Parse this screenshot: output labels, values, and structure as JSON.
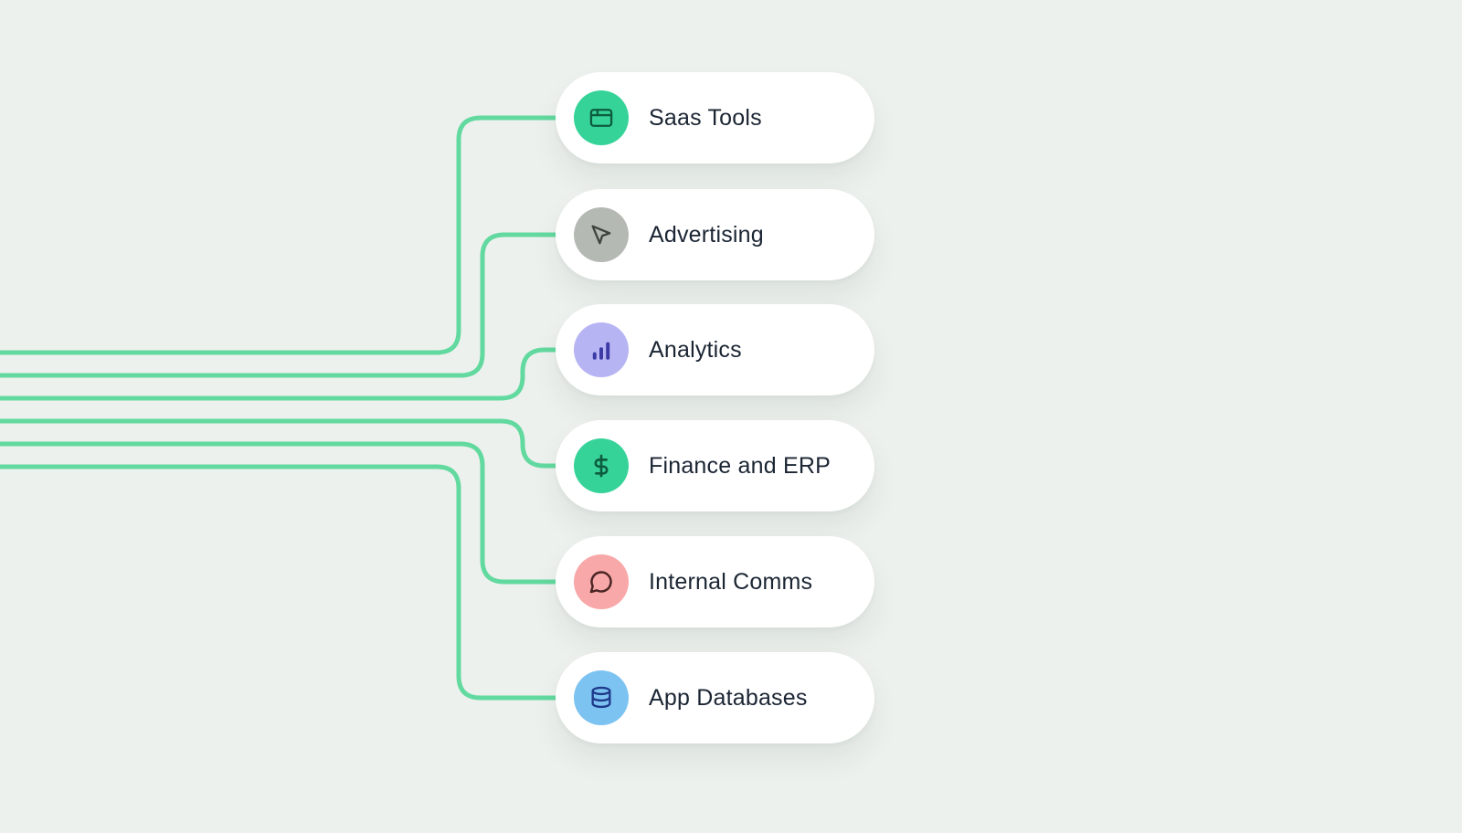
{
  "canvas": {
    "background": "#edf1ee",
    "connector_color": "#62d99f",
    "card_background": "#ffffff",
    "label_color": "#1b2533"
  },
  "cards": [
    {
      "label": "Saas Tools",
      "icon": "app-window-icon",
      "icon_bg": "#36d399",
      "icon_color": "#0d5c3f"
    },
    {
      "label": "Advertising",
      "icon": "cursor-icon",
      "icon_bg": "#b5b9b3",
      "icon_color": "#3f443f"
    },
    {
      "label": "Analytics",
      "icon": "bar-chart-icon",
      "icon_bg": "#b7b4f3",
      "icon_color": "#3b3aa6"
    },
    {
      "label": "Finance and ERP",
      "icon": "dollar-icon",
      "icon_bg": "#36d399",
      "icon_color": "#0d5c3f"
    },
    {
      "label": "Internal Comms",
      "icon": "chat-bubble-icon",
      "icon_bg": "#f8a8a8",
      "icon_color": "#4a2424"
    },
    {
      "label": "App Databases",
      "icon": "database-icon",
      "icon_bg": "#7dc3f2",
      "icon_color": "#1e3a8a"
    }
  ]
}
